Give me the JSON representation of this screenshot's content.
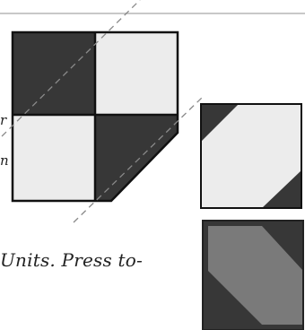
{
  "document": {
    "fragments": {
      "left_upper": "r",
      "left_lower": "n"
    },
    "body_text": "Units. Press to-"
  },
  "figure": {
    "block_name": "four-patch with dashed cutting lines",
    "colors": {
      "dark": "#373737",
      "light": "#ececec",
      "medium": "#7a7a7a",
      "rule": "#c8c8c8",
      "dash": "#8a8a8a"
    }
  }
}
